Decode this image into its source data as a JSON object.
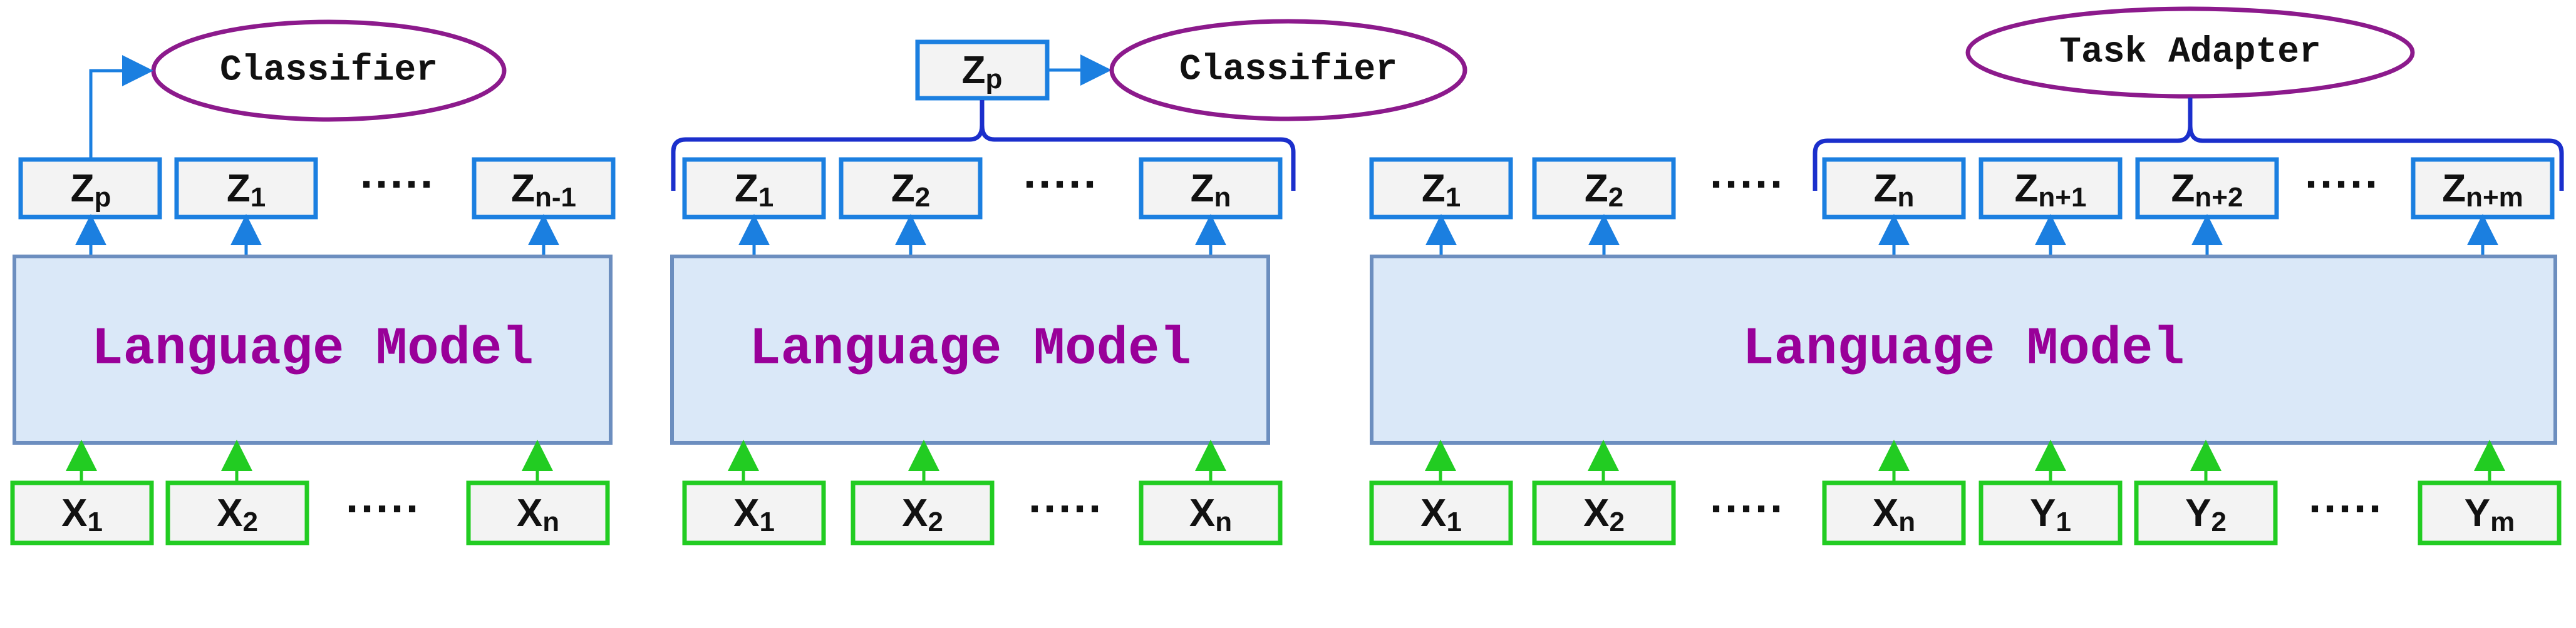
{
  "colors": {
    "lm_fill": "#dae8f8",
    "lm_stroke": "#6c8ebf",
    "lm_text": "#990099",
    "output_stroke": "#1b7fe0",
    "output_fill": "#f3f3f3",
    "input_stroke": "#22cc22",
    "input_fill": "#f3f3f3",
    "arrow_blue": "#1b7fe0",
    "arrow_green": "#22cc22",
    "ellipse_stroke": "#8c1a8c",
    "brace": "#1b2fcc",
    "text": "#111111"
  },
  "panels": [
    {
      "lm_label": "Language Model",
      "head_label": "Classifier",
      "outputs": [
        {
          "main": "Z",
          "sub": "p"
        },
        {
          "main": "Z",
          "sub": "1"
        },
        {
          "main": "Z",
          "sub": "n-1"
        }
      ],
      "inputs": [
        {
          "main": "X",
          "sub": "1"
        },
        {
          "main": "X",
          "sub": "2"
        },
        {
          "main": "X",
          "sub": "n"
        }
      ],
      "dots": [
        "·····",
        "·····"
      ]
    },
    {
      "lm_label": "Language Model",
      "head_label": "Classifier",
      "pooled": {
        "main": "Z",
        "sub": "p"
      },
      "outputs": [
        {
          "main": "Z",
          "sub": "1"
        },
        {
          "main": "Z",
          "sub": "2"
        },
        {
          "main": "Z",
          "sub": "n"
        }
      ],
      "inputs": [
        {
          "main": "X",
          "sub": "1"
        },
        {
          "main": "X",
          "sub": "2"
        },
        {
          "main": "X",
          "sub": "n"
        }
      ],
      "dots": [
        "·····",
        "·····"
      ]
    },
    {
      "lm_label": "Language Model",
      "head_label": "Task Adapter",
      "outputs": [
        {
          "main": "Z",
          "sub": "1"
        },
        {
          "main": "Z",
          "sub": "2"
        },
        {
          "main": "Z",
          "sub": "n"
        },
        {
          "main": "Z",
          "sub": "n+1"
        },
        {
          "main": "Z",
          "sub": "n+2"
        },
        {
          "main": "Z",
          "sub": "n+m"
        }
      ],
      "inputs": [
        {
          "main": "X",
          "sub": "1"
        },
        {
          "main": "X",
          "sub": "2"
        },
        {
          "main": "X",
          "sub": "n"
        },
        {
          "main": "Y",
          "sub": "1"
        },
        {
          "main": "Y",
          "sub": "2"
        },
        {
          "main": "Y",
          "sub": "m"
        }
      ],
      "dots": [
        "·····",
        "·····",
        "·····",
        "·····"
      ]
    }
  ]
}
